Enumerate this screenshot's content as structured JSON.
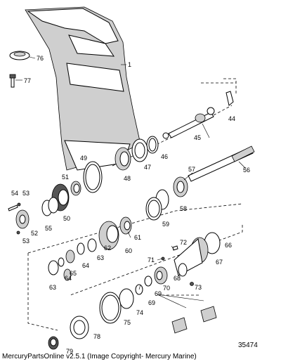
{
  "diagram": {
    "figure_number": "35474",
    "copyright": "MercuryPartsOnline v2.5.1 (Image Copyright- Mercury Marine)",
    "callouts": [
      "1",
      "76",
      "77",
      "44",
      "45",
      "46",
      "47",
      "48",
      "49",
      "56",
      "57",
      "58",
      "59",
      "51",
      "54",
      "53",
      "50",
      "55",
      "52",
      "53",
      "61",
      "60",
      "62",
      "63",
      "64",
      "65",
      "66",
      "67",
      "72",
      "71",
      "68",
      "70",
      "73",
      "63",
      "64",
      "69",
      "69",
      "74",
      "75",
      "78",
      "79"
    ]
  },
  "colors": {
    "line": "#000000",
    "shade": "#cfcfcf",
    "background": "#ffffff"
  }
}
